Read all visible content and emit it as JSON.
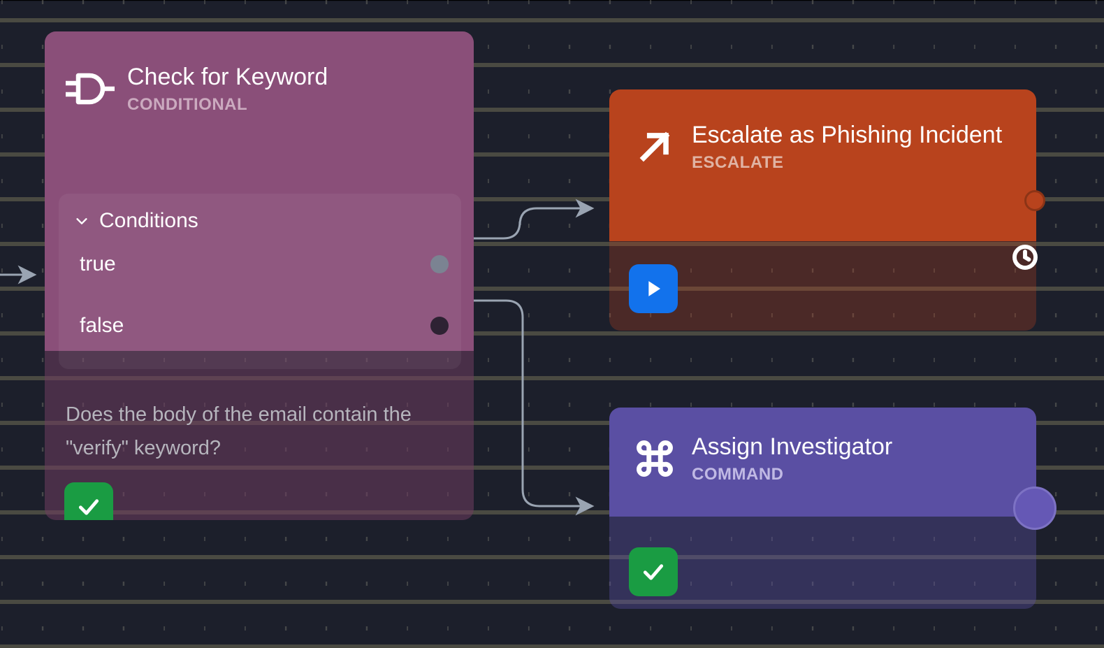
{
  "canvas": {
    "background_color": "#1c1f2b",
    "grid_dot_color": "#4a4a42",
    "edge_color": "#9aa4b2"
  },
  "nodes": [
    {
      "id": "check-for-keyword",
      "title": "Check for Keyword",
      "kind": "CONDITIONAL",
      "icon": "logic-gate-icon",
      "header_color": "#8a4f79",
      "body_color": "#4a2d40",
      "panel": {
        "title": "Conditions",
        "collapse_icon": "chevron-down-icon",
        "ports": [
          {
            "label": "true",
            "handle_color": "#7b8392"
          },
          {
            "label": "false",
            "handle_color": "#2e2233"
          }
        ]
      },
      "description": "Does the body of the email contain the \"verify\" keyword?",
      "status": {
        "icon": "check-icon",
        "color": "#1a9c43"
      }
    },
    {
      "id": "escalate-as-phishing-incident",
      "title": "Escalate as Phishing Incident",
      "kind": "ESCALATE",
      "icon": "arrow-up-right-icon",
      "header_color": "#b8431d",
      "body_color": "#4b2316",
      "status": {
        "icon": "play-icon",
        "color": "#1272ec"
      },
      "edge_icon": "clock-icon",
      "output_port_color": "#b8431d"
    },
    {
      "id": "assign-investigator",
      "title": "Assign Investigator",
      "kind": "COMMAND",
      "icon": "command-key-icon",
      "header_color": "#5a4fa3",
      "body_color": "#332c52",
      "status": {
        "icon": "check-icon",
        "color": "#1a9c43"
      },
      "output_port_color": "#6558b5"
    }
  ],
  "edges": [
    {
      "from": "input",
      "to": "check-for-keyword"
    },
    {
      "from": "check-for-keyword.true",
      "to": "escalate-as-phishing-incident"
    },
    {
      "from": "check-for-keyword.false",
      "to": "assign-investigator"
    }
  ]
}
